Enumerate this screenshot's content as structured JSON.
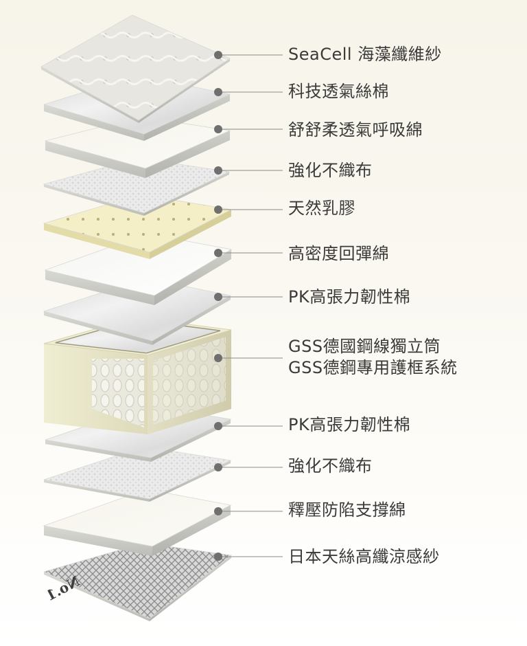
{
  "colors": {
    "dot": "#6f6f6f",
    "line": "#8a8a8a",
    "text": "#3a3a3a",
    "latex": "#f4efc6",
    "spring_frame": "#ece9c8"
  },
  "layers": [
    {
      "id": "seacell",
      "texture": "quilt-top",
      "lines": [
        "SeaCell 海藻纖維紗"
      ]
    },
    {
      "id": "tech-cotton",
      "texture": "marble",
      "lines": [
        "科技透氣絲棉"
      ]
    },
    {
      "id": "soft-foam",
      "texture": "plain-thick",
      "lines": [
        "舒舒柔透氣呼吸綿"
      ]
    },
    {
      "id": "nonwoven-1",
      "texture": "dotted",
      "lines": [
        "強化不織布"
      ]
    },
    {
      "id": "latex",
      "texture": "latex",
      "lines": [
        "天然乳膠"
      ]
    },
    {
      "id": "hd-foam",
      "texture": "plain-white",
      "lines": [
        "高密度回彈綿"
      ]
    },
    {
      "id": "pk-cotton-1",
      "texture": "marble",
      "lines": [
        "PK高張力韌性棉"
      ]
    },
    {
      "id": "springs",
      "texture": "spring-box",
      "lines": [
        "GSS德國鋼線獨立筒",
        "GSS德鋼專用護框系統"
      ]
    },
    {
      "id": "pk-cotton-2",
      "texture": "marble",
      "lines": [
        "PK高張力韌性棉"
      ]
    },
    {
      "id": "nonwoven-2",
      "texture": "dotted",
      "lines": [
        "強化不織布"
      ]
    },
    {
      "id": "support-foam",
      "texture": "plain-thick",
      "lines": [
        "釋壓防陷支撐綿"
      ]
    },
    {
      "id": "tencel",
      "texture": "mesh-bottom",
      "lines": [
        "日本天絲高纖涼感紗"
      ]
    }
  ],
  "bottom_fabric_mark": "No.1"
}
